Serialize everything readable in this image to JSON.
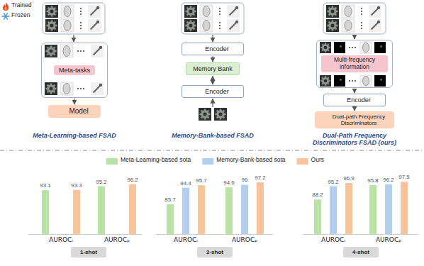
{
  "diagram": {
    "nodes": [
      {
        "text": [
          "Meta-tasks"
        ]
      },
      {
        "text": [
          "Model"
        ]
      },
      {
        "text": [
          "Encoder"
        ]
      },
      {
        "text": [
          "Memory Bank"
        ]
      },
      {
        "text": [
          "Encoder"
        ]
      },
      {
        "text": [
          "Multi-frequency information"
        ]
      },
      {
        "text": [
          "Encoder"
        ]
      },
      {
        "text": [
          "Dual-path Frequency Discriminators"
        ]
      },
      {
        "text": [
          "1-shot"
        ]
      },
      {
        "text": [
          "2-shot"
        ]
      },
      {
        "text": [
          "4-shot"
        ]
      }
    ],
    "edges": [
      {
        "from": 0,
        "to": 1,
        "arrow": "to"
      },
      {
        "from": 2,
        "to": 3,
        "arrow": "to"
      },
      {
        "from": 3,
        "to": 4,
        "arrow": "both"
      },
      {
        "from": 5,
        "to": 6,
        "arrow": "to"
      },
      {
        "from": 6,
        "to": 7,
        "arrow": "to"
      }
    ],
    "labels": [
      "Meta-Learning-based FSAD",
      "Memory-Bank-based FSAD",
      "Dual-Path Frequency Discriminators FSAD (ours)",
      "93.1",
      "93.3",
      "95.2",
      "96.2",
      "AUROCᵢ",
      "AUROCₚ",
      "85.7",
      "94.4",
      "95.7",
      "94.6",
      "96",
      "97.2",
      "AUROCᵢ",
      "AUROCₚ",
      "88.2",
      "95.2",
      "96.9",
      "95.8",
      "96.2",
      "97.5",
      "AUROCᵢ",
      "AUROCₚ"
    ],
    "legend": [
      {
        "text": "Trained"
      },
      {
        "text": "Frozen"
      },
      {
        "text": "Meta-Learning-based sota",
        "color": "#b9e3a5"
      },
      {
        "text": "Memory-Bank-based sota",
        "color": "#b3cfee"
      },
      {
        "text": "Ours",
        "color": "#f8c29a"
      }
    ]
  }
}
